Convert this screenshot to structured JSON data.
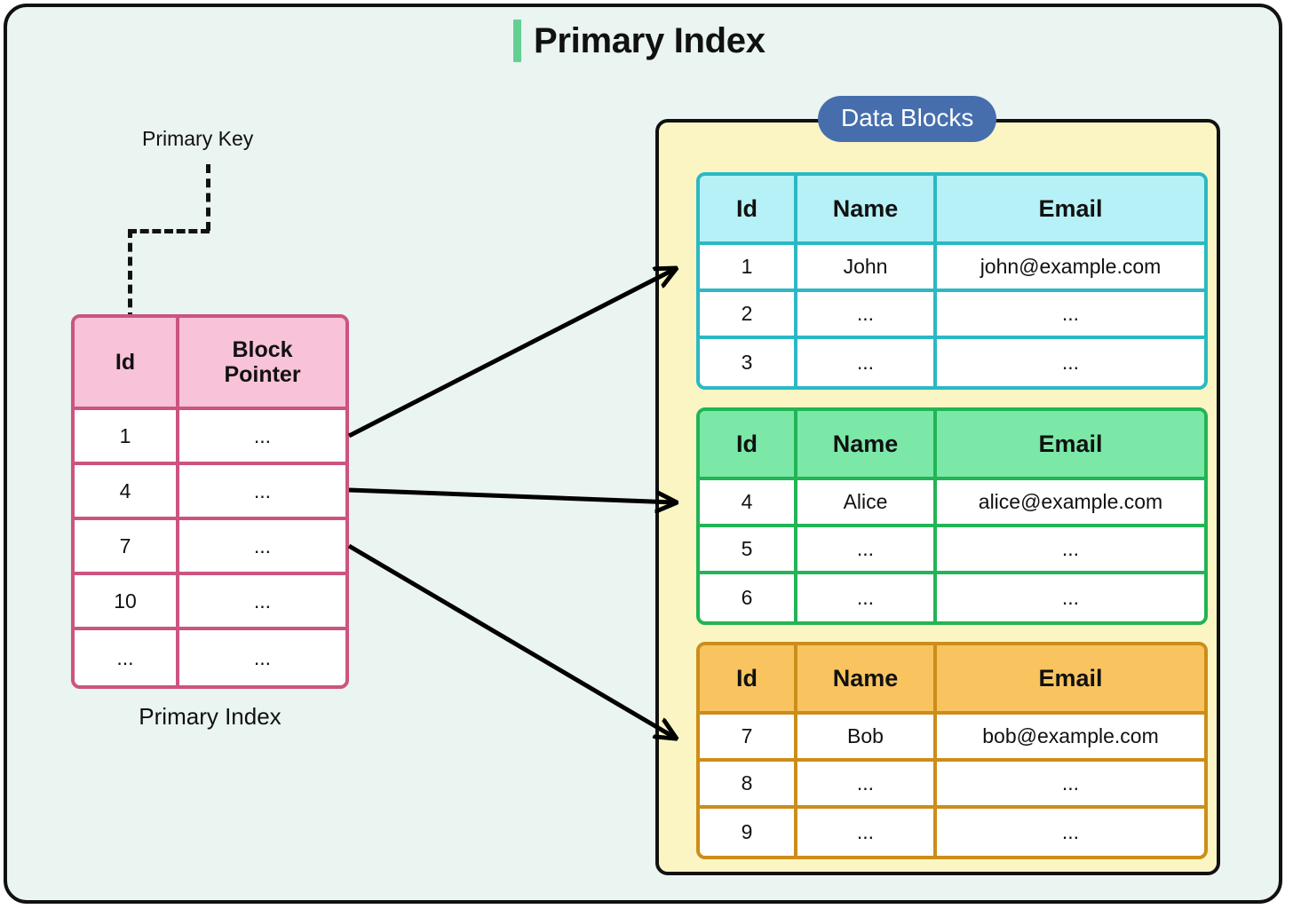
{
  "page": {
    "title": "Primary Index",
    "accent_color": "#63cf92",
    "background_color": "#eaf4f0"
  },
  "annotations": {
    "primary_key_label": "Primary Key",
    "index_caption": "Primary Index"
  },
  "index_table": {
    "border_color": "#cc5480",
    "header_fill": "#f8c2d9",
    "headers": [
      "Id",
      "Block Pointer"
    ],
    "header_line1": "Block",
    "header_line2": "Pointer",
    "rows": [
      {
        "id": "1",
        "pointer": "..."
      },
      {
        "id": "4",
        "pointer": "..."
      },
      {
        "id": "7",
        "pointer": "..."
      },
      {
        "id": "10",
        "pointer": "..."
      },
      {
        "id": "...",
        "pointer": "..."
      }
    ]
  },
  "data_blocks": {
    "badge_label": "Data Blocks",
    "badge_color": "#466ead",
    "panel_fill": "#fbf5c3",
    "blocks": [
      {
        "name": "block-1",
        "accent": "#2bb8c4",
        "header_fill": "#b6f1f7",
        "headers": [
          "Id",
          "Name",
          "Email"
        ],
        "rows": [
          {
            "id": "1",
            "name": "John",
            "email": "john@example.com"
          },
          {
            "id": "2",
            "name": "...",
            "email": "..."
          },
          {
            "id": "3",
            "name": "...",
            "email": "..."
          }
        ]
      },
      {
        "name": "block-2",
        "accent": "#22b455",
        "header_fill": "#7ce8a8",
        "headers": [
          "Id",
          "Name",
          "Email"
        ],
        "rows": [
          {
            "id": "4",
            "name": "Alice",
            "email": "alice@example.com"
          },
          {
            "id": "5",
            "name": "...",
            "email": "..."
          },
          {
            "id": "6",
            "name": "...",
            "email": "..."
          }
        ]
      },
      {
        "name": "block-3",
        "accent": "#cc8d1a",
        "header_fill": "#f9c45f",
        "headers": [
          "Id",
          "Name",
          "Email"
        ],
        "rows": [
          {
            "id": "7",
            "name": "Bob",
            "email": "bob@example.com"
          },
          {
            "id": "8",
            "name": "...",
            "email": "..."
          },
          {
            "id": "9",
            "name": "...",
            "email": "..."
          }
        ]
      }
    ]
  }
}
